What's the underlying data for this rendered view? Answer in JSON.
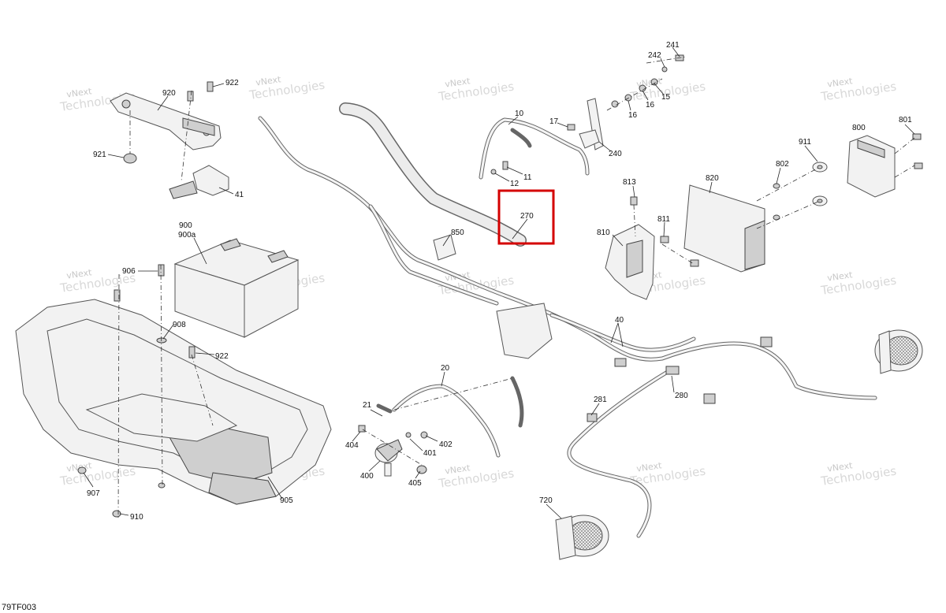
{
  "diagram": {
    "reference_code": "79TF003",
    "highlight_color": "#d40000",
    "watermark": {
      "line1": "vNext",
      "line2": "Technologies"
    },
    "callouts": [
      {
        "id": "920",
        "label": "920"
      },
      {
        "id": "922a",
        "label": "922"
      },
      {
        "id": "921",
        "label": "921"
      },
      {
        "id": "41",
        "label": "41"
      },
      {
        "id": "900",
        "label": "900"
      },
      {
        "id": "900a",
        "label": "900a"
      },
      {
        "id": "906",
        "label": "906"
      },
      {
        "id": "908",
        "label": "908"
      },
      {
        "id": "922b",
        "label": "922"
      },
      {
        "id": "907",
        "label": "907"
      },
      {
        "id": "910",
        "label": "910"
      },
      {
        "id": "905",
        "label": "905"
      },
      {
        "id": "850",
        "label": "850"
      },
      {
        "id": "270",
        "label": "270"
      },
      {
        "id": "10",
        "label": "10"
      },
      {
        "id": "17",
        "label": "17"
      },
      {
        "id": "11",
        "label": "11"
      },
      {
        "id": "12",
        "label": "12"
      },
      {
        "id": "240",
        "label": "240"
      },
      {
        "id": "241",
        "label": "241"
      },
      {
        "id": "242",
        "label": "242"
      },
      {
        "id": "15",
        "label": "15"
      },
      {
        "id": "16a",
        "label": "16"
      },
      {
        "id": "16b",
        "label": "16"
      },
      {
        "id": "813",
        "label": "813"
      },
      {
        "id": "811",
        "label": "811"
      },
      {
        "id": "810",
        "label": "810"
      },
      {
        "id": "820",
        "label": "820"
      },
      {
        "id": "802",
        "label": "802"
      },
      {
        "id": "911",
        "label": "911"
      },
      {
        "id": "800",
        "label": "800"
      },
      {
        "id": "801",
        "label": "801"
      },
      {
        "id": "40",
        "label": "40"
      },
      {
        "id": "20",
        "label": "20"
      },
      {
        "id": "21",
        "label": "21"
      },
      {
        "id": "404",
        "label": "404"
      },
      {
        "id": "402",
        "label": "402"
      },
      {
        "id": "401",
        "label": "401"
      },
      {
        "id": "400",
        "label": "400"
      },
      {
        "id": "405",
        "label": "405"
      },
      {
        "id": "281",
        "label": "281"
      },
      {
        "id": "280",
        "label": "280"
      },
      {
        "id": "720",
        "label": "720"
      }
    ]
  }
}
